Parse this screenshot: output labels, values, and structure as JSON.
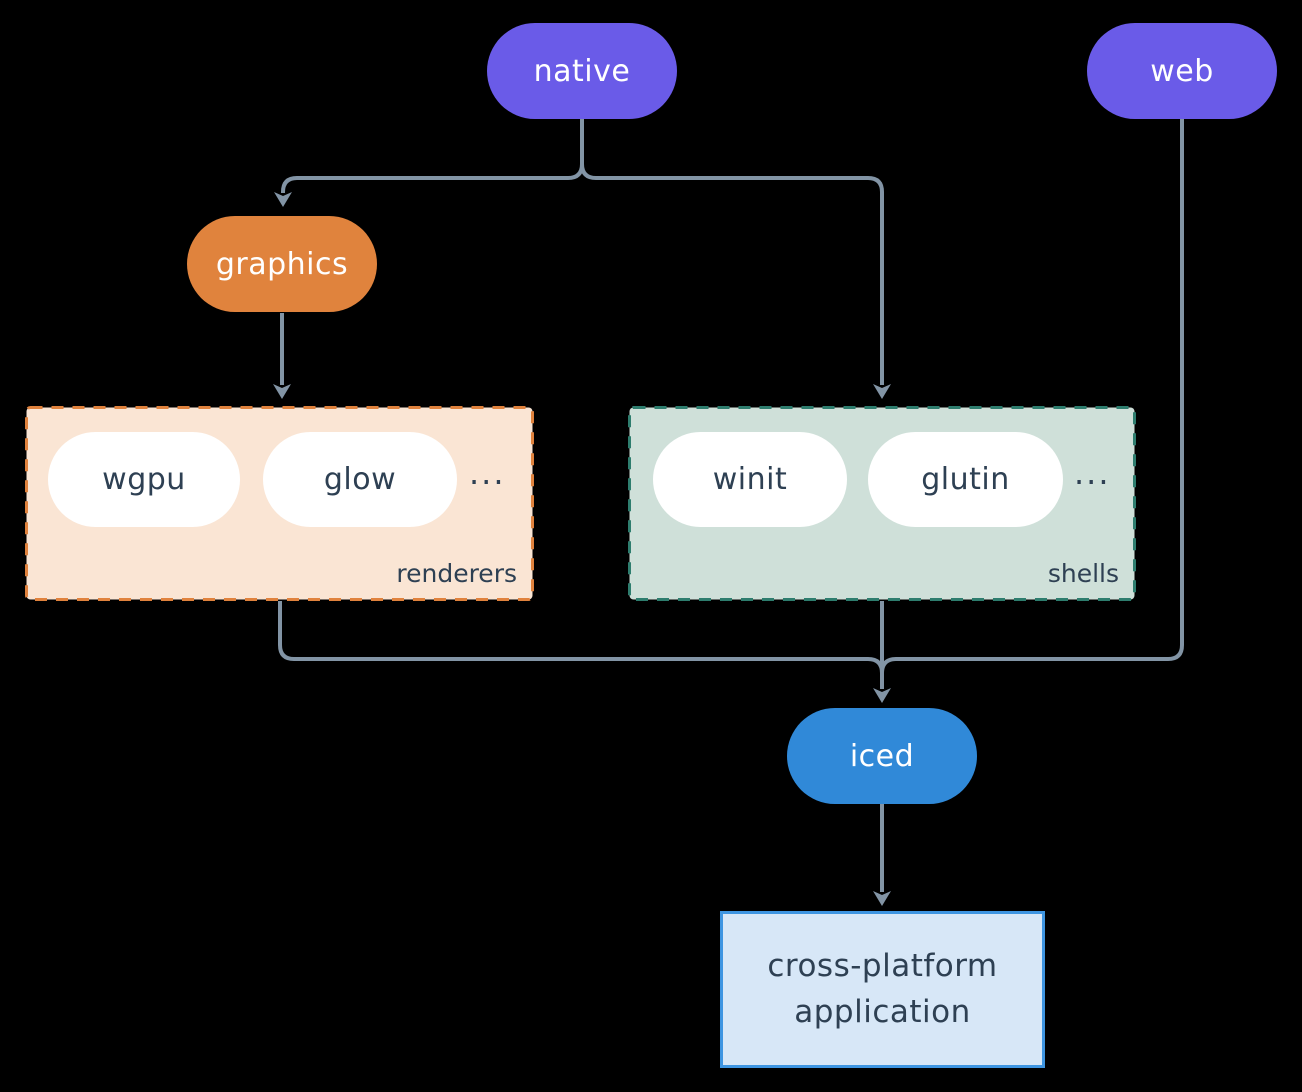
{
  "colors": {
    "bg": "#000000",
    "line": "#8294a5",
    "ink": "#2e4053",
    "white": "#ffffff",
    "purple": "#6a5be8",
    "orange": "#e0833d",
    "blue": "#3089d8",
    "renderers_fill": "#fae5d4",
    "renderers_border": "#e0823d",
    "shells_fill": "#cfe0d9",
    "shells_border": "#2e7d6e",
    "app_fill": "#d7e7f7",
    "app_border": "#3e95e1"
  },
  "nodes": {
    "native": "native",
    "web": "web",
    "graphics": "graphics",
    "iced": "iced"
  },
  "groups": {
    "renderers": {
      "label": "renderers",
      "items": [
        "wgpu",
        "glow"
      ],
      "more": "..."
    },
    "shells": {
      "label": "shells",
      "items": [
        "winit",
        "glutin"
      ],
      "more": "..."
    }
  },
  "application": {
    "line1": "cross-platform",
    "line2": "application"
  }
}
